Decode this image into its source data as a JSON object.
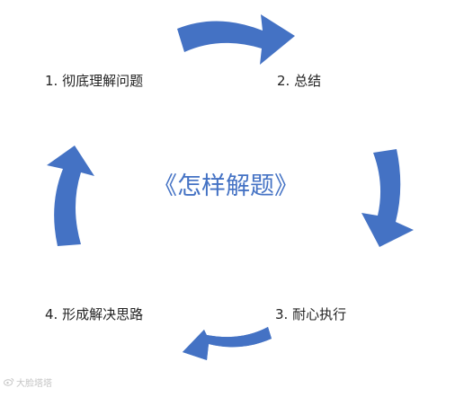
{
  "diagram": {
    "center_title": "《怎样解题》",
    "steps": [
      {
        "label": "1. 彻底理解问题"
      },
      {
        "label": "2. 总结"
      },
      {
        "label": "3. 耐心执行"
      },
      {
        "label": "4. 形成解决思路"
      }
    ],
    "accent_color": "#4472C4",
    "text_color": "#222222"
  },
  "watermark": {
    "icon": "weibo-icon",
    "text": "大脸塔塔"
  }
}
